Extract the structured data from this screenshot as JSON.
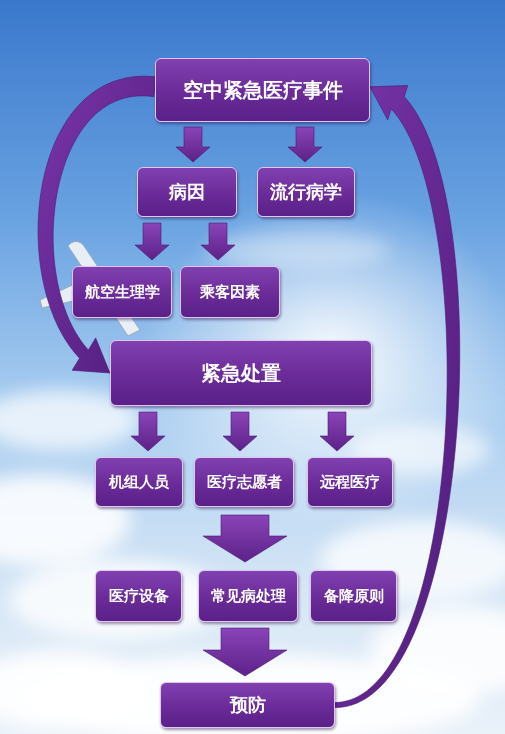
{
  "diagram": {
    "nodes": [
      {
        "text": [
          "空中紧急医疗事件"
        ]
      },
      {
        "text": [
          "病因"
        ]
      },
      {
        "text": [
          "流行病学"
        ]
      },
      {
        "text": [
          "航空生理学"
        ]
      },
      {
        "text": [
          "乘客因素"
        ]
      },
      {
        "text": [
          "紧急处置"
        ]
      },
      {
        "text": [
          "机组人员"
        ]
      },
      {
        "text": [
          "医疗志愿者"
        ]
      },
      {
        "text": [
          "远程医疗"
        ]
      },
      {
        "text": [
          "医疗设备"
        ]
      },
      {
        "text": [
          "常见病处理"
        ]
      },
      {
        "text": [
          "备降原则"
        ]
      },
      {
        "text": [
          "预防"
        ]
      }
    ],
    "edges": [
      {
        "from": 0,
        "to": 1,
        "arrow": "to"
      },
      {
        "from": 0,
        "to": 2,
        "arrow": "to"
      },
      {
        "from": 1,
        "to": 3,
        "arrow": "to"
      },
      {
        "from": 1,
        "to": 4,
        "arrow": "to"
      },
      {
        "from": 5,
        "to": 6,
        "arrow": "to"
      },
      {
        "from": 5,
        "to": 7,
        "arrow": "to"
      },
      {
        "from": 5,
        "to": 8,
        "arrow": "to"
      },
      {
        "from": 7,
        "to": 10,
        "arrow": "to"
      },
      {
        "from": 10,
        "to": 12,
        "arrow": "to"
      },
      {
        "from": 0,
        "to": 5,
        "arrow": "to"
      },
      {
        "from": 12,
        "to": 0,
        "arrow": "to"
      }
    ]
  }
}
